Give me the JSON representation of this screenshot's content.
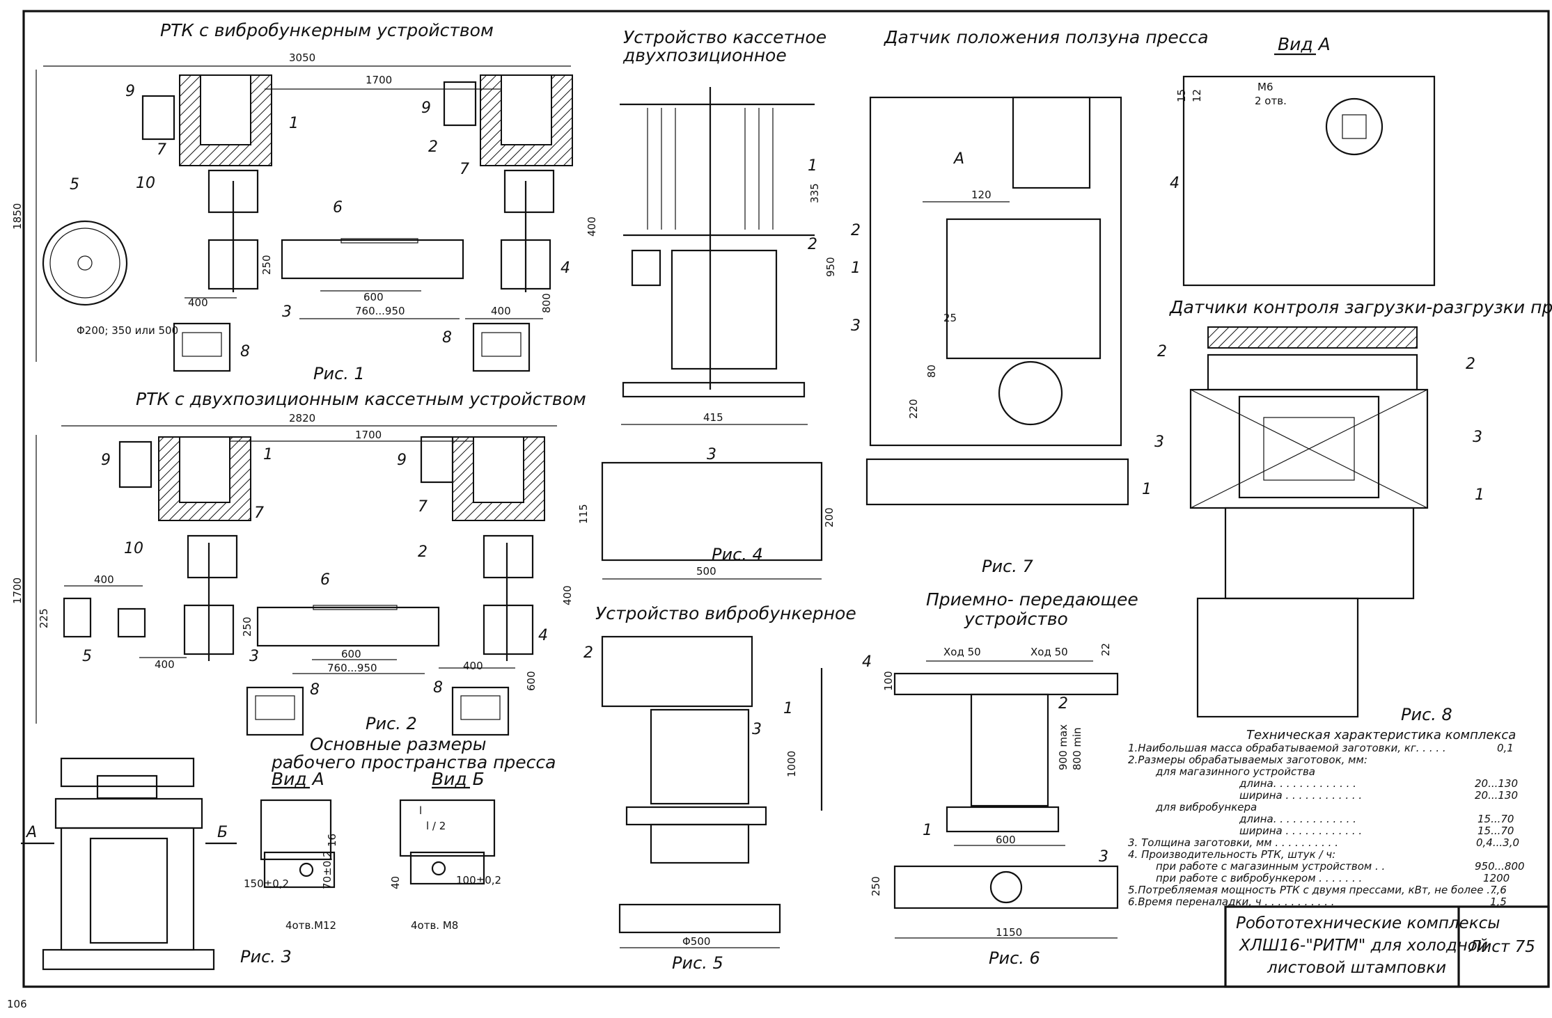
{
  "page_number": "106",
  "titles": {
    "rtk_vibro": "РТК с вибробункерным устройством",
    "rtk_cassette": "РТК с двухпозиционным кассетным устройством",
    "cassette_device": "Устройство кассетное двухпозиционное",
    "slider_sensor": "Датчик положения ползуна пресса",
    "view_a": "Вид А",
    "load_sensors": "Датчики контроля загрузки-разгрузки пресса",
    "vibro_device": "Устройство вибробункерное",
    "transfer_device": "Приемно- передающее устройство",
    "press_space": "Основные размеры рабочего пространства пресса",
    "view_a2": "Вид А",
    "view_b2": "Вид Б"
  },
  "captions": {
    "fig1": "Рис. 1",
    "fig2": "Рис. 2",
    "fig3": "Рис. 3",
    "fig4": "Рис. 4",
    "fig5": "Рис. 5",
    "fig6": "Рис. 6",
    "fig7": "Рис. 7",
    "fig8": "Рис. 8"
  },
  "dims": {
    "d3050": "3050",
    "d1700a": "1700",
    "d1850": "1850",
    "d250a": "250",
    "d400a": "400",
    "d600a": "600",
    "d760a": "760...950",
    "d400b": "400",
    "d800": "800",
    "d400c": "400",
    "d_diam": "Φ200; 350 или 500",
    "d2820": "2820",
    "d1700b": "1700",
    "d1700c": "1700",
    "d400d": "400",
    "d225": "225",
    "d250b": "250",
    "d600b": "600",
    "d760b": "760...950",
    "d400e": "400",
    "d400f": "400",
    "d600c": "600",
    "d400g": "400",
    "d335": "335",
    "d950": "950",
    "d415": "415",
    "d115": "115",
    "d200": "200",
    "d500": "500",
    "d1000": "1000",
    "d_phi500": "Φ500",
    "d120": "120",
    "d25": "25",
    "d80": "80",
    "d220": "220",
    "dA": "A",
    "dM6": "M6",
    "d2otv": "2 отв.",
    "d15": "15",
    "d12": "12",
    "hod1": "Ход 50",
    "hod2": "Ход 50",
    "d22": "22",
    "d100": "100",
    "d900max": "900 max",
    "d800min": "800 min",
    "d600d": "600",
    "d250c": "250",
    "d1150": "1150",
    "d16": "16",
    "d150": "150±0,2",
    "d70": "70±0,2",
    "d4otvM12": "4отв.М12",
    "d_l": "l",
    "d_l2": "l / 2",
    "d40": "40",
    "d100b": "100±0,2",
    "d4otvM8": "4отв. М8",
    "arrowA": "А",
    "arrowB": "Б"
  },
  "specs": {
    "heading": "Техническая характеристика комплекса",
    "rows": [
      {
        "label": "1.Наибольшая масса обрабатываемой заготовки, кг. . . . .",
        "value": "0,1"
      },
      {
        "label": "2.Размеры обрабатываемых заготовок, мм:",
        "value": ""
      },
      {
        "label": "для магазинного устройства",
        "value": ""
      },
      {
        "label": "длина. . . . . . . . . . . . .",
        "value": "20...130"
      },
      {
        "label": "ширина . . . . . . . . . . . .",
        "value": "20...130"
      },
      {
        "label": "для вибробункера",
        "value": ""
      },
      {
        "label": "длина. . . . . . . . . . . . .",
        "value": "15...70"
      },
      {
        "label": "ширина . . . . . . . . . . . .",
        "value": "15...70"
      },
      {
        "label": "3. Толщина заготовки, мм . . . . . . . . . .",
        "value": "0,4...3,0"
      },
      {
        "label": "4. Производительность РТК, штук / ч:",
        "value": ""
      },
      {
        "label": "при работе с магазинным устройством . .",
        "value": "950...800"
      },
      {
        "label": "при работе с вибробункером . . . . . . .",
        "value": "1200"
      },
      {
        "label": "5.Потребляемая мощность РТК с двумя прессами, кВт, не более . .",
        "value": "7,6"
      },
      {
        "label": "6.Время переналадки, ч . . . . . . . . . . .",
        "value": "1,5"
      }
    ]
  },
  "title_block": {
    "line1": "Робототехнические комплексы",
    "line2": "ХЛШ16-\"РИТМ\" для холодной",
    "line3": "листовой штамповки",
    "sheet": "Лист 75"
  },
  "callouts": {
    "c1": "1",
    "c2": "2",
    "c3": "3",
    "c4": "4",
    "c5": "5",
    "c6": "6",
    "c7": "7",
    "c8": "8",
    "c9": "9",
    "c10": "10"
  }
}
